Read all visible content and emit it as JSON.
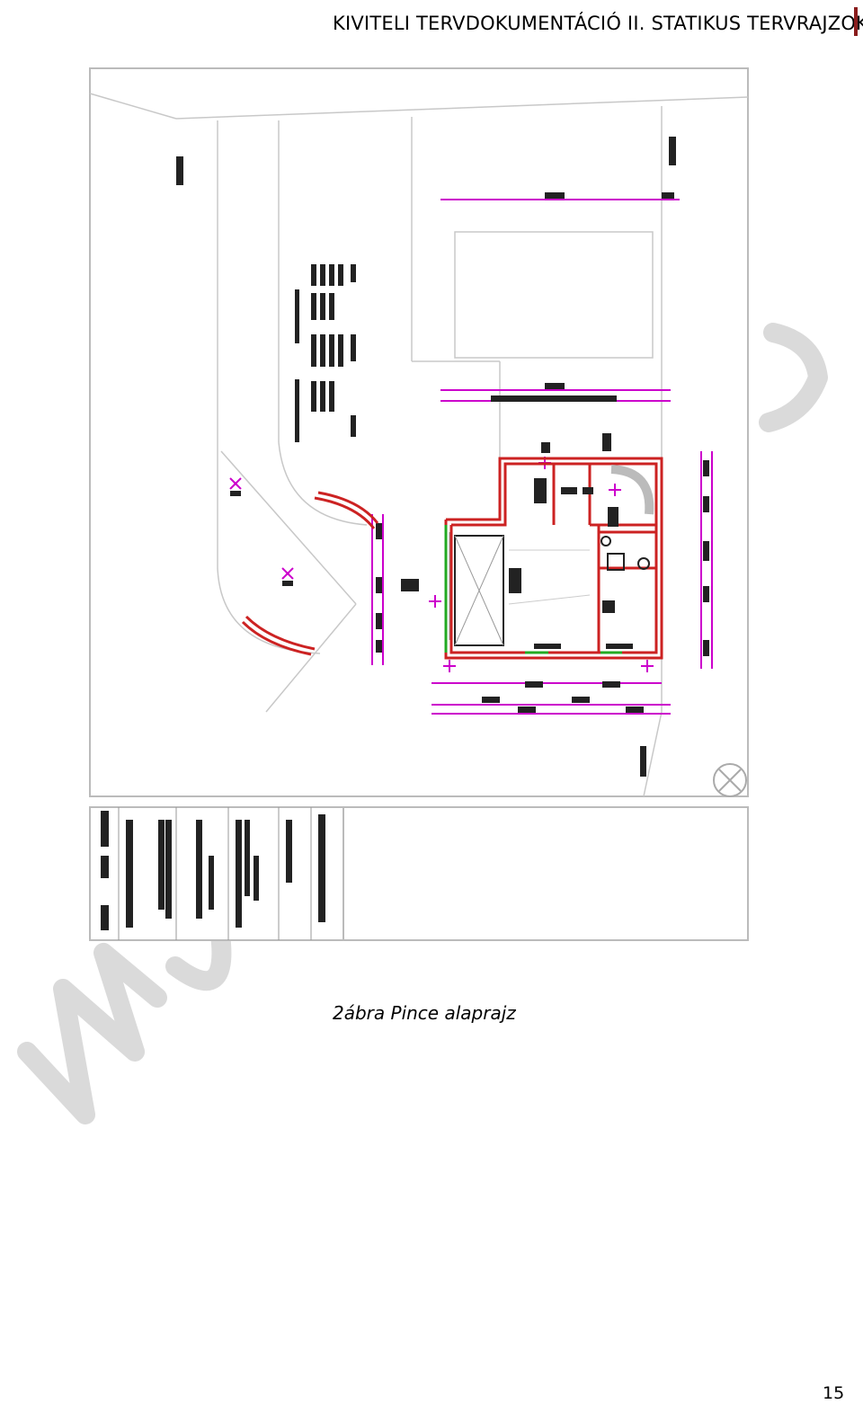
{
  "header": {
    "title": "KIVITELI TERVDOKUMENTÁCIÓ II. STATIKUS TERVRAJZOK"
  },
  "figure": {
    "caption": "2ábra Pince alaprajz"
  },
  "page": {
    "number": "15"
  },
  "colors": {
    "accent": "#8a1d1d",
    "wall": "#cc2222",
    "dimension": "#cc00cc",
    "watermark": "#d8d8d8"
  }
}
